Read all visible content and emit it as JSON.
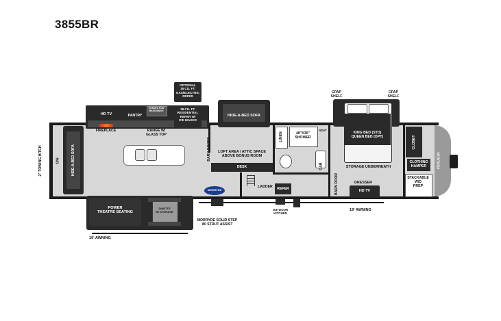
{
  "model": "3855BR",
  "labels": {
    "optional_refer": "OPTIONAL\n18 CU. FT.\nGAS/ELECTRIC\nREFER",
    "hd_tv_living": "HD TV",
    "fireplace": "FIREPLACE",
    "pantry": "PANTRY",
    "convection_microwave": "CONVECTION\nMICROWAVE",
    "range": "RANGE W/\nGLASS TOP",
    "residential_refer": "18 CU. FT.\nRESIDENTIAL\nREFER W/\nICE MAKER",
    "hide_a_bed_sofa_top": "HIDE-A-BED SOFA",
    "hide_a_bed_sofa_left": "HIDE-A-BED SOFA",
    "oh": "O/H",
    "towing_hitch": "2\" TOWING HITCH",
    "barn_doors": "BARN DOORS",
    "loft_area": "LOFT AREA / ATTIC SPACE\nABOVE BONUS ROOM",
    "desk": "DESK",
    "linen": "LINEN",
    "shower": "48\"X30\"\nSHOWER",
    "seat": "SEAT",
    "cab": "CAB",
    "ladder": "LADDER",
    "refer_small": "REFER",
    "barn_door": "BARN DOOR",
    "cpap_shelf_left": "CPAP\nSHELF",
    "cpap_shelf_right": "CPAP\nSHELF",
    "king_bed": "KING BED (STD)\nQUEEN BED (OPT)",
    "storage_underneath": "STORAGE UNDERNEATH",
    "closet": "CLOSET",
    "clothing_hamper": "CLOTHING\nHAMPER",
    "stackable": "STACKABLE\nW/D\nPREP",
    "dresser": "DRESSER",
    "hd_tv_bedroom": "HD TV",
    "power_theatre": "POWER\nTHEATRE SEATING",
    "dinette": "DINETTE\nW/ STORAGE",
    "morryde_step": "MORRYDE SOLID STEP\nW/ STRUT ASSIST",
    "outdoor_kitchen": "OUTDOOR\nKITCHEN",
    "awning_10": "10'  AWNING",
    "awning_19": "19'  AWNING",
    "brand": "MONTANA",
    "morryde_badge": "MOR/RYDE"
  }
}
